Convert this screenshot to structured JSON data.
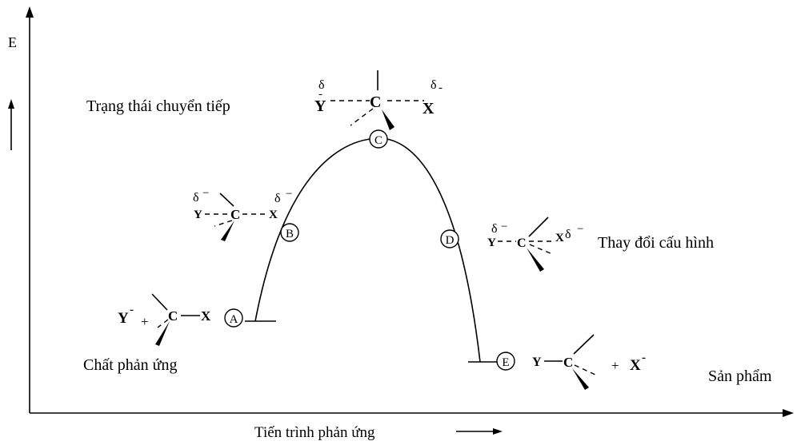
{
  "axes": {
    "y_label": "E",
    "x_label": "Tiến trình phản ứng"
  },
  "annotations": {
    "reactants": "Chất phản ứng",
    "transition_state": "Trạng thái chuyển tiếp",
    "configuration_change": "Thay đổi cấu hình",
    "products": "Sản phẩm"
  },
  "points": [
    "A",
    "B",
    "C",
    "D",
    "E"
  ],
  "structures": {
    "reactants": {
      "nucleophile": "Y",
      "charge": "-",
      "plus": "+",
      "carbon": "C",
      "leaving": "X"
    },
    "point_b": {
      "y": "Y",
      "c": "C",
      "x": "X",
      "delta": "δ",
      "minus": "−"
    },
    "transition": {
      "y": "Y",
      "c": "C",
      "x": "X",
      "delta": "δ",
      "minus": "-"
    },
    "point_d": {
      "y": "Y",
      "c": "C",
      "x": "X",
      "delta": "δ",
      "minus": "−"
    },
    "products": {
      "y": "Y",
      "c": "C",
      "plus": "+",
      "x": "X",
      "charge": "-"
    }
  }
}
